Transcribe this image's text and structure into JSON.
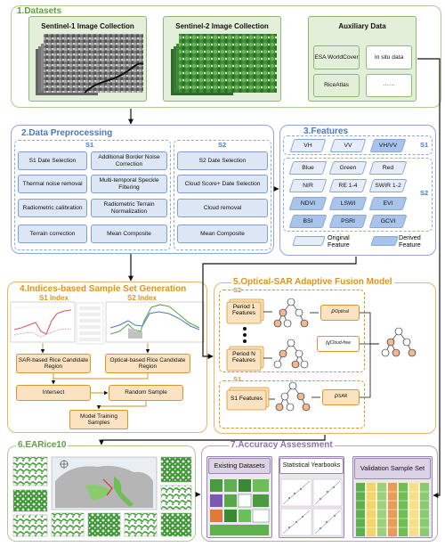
{
  "datasets": {
    "title": "1.Datasets",
    "s1_label": "Sentinel-1 Image Collection",
    "s2_label": "Sentinel-2 Image Collection",
    "aux_label": "Auxiliary Data",
    "aux_items": [
      "ESA WorldCover",
      "In situ data",
      "RiceAtlas",
      "······"
    ]
  },
  "preprocessing": {
    "title": "2.Data Preprocessing",
    "s1_label": "S1",
    "s2_label": "S2",
    "s1_steps": [
      "S1 Date Selection",
      "Additional Border Noise Correction",
      "Thermal noise removal",
      "Multi-temporal Speckle Filtering",
      "Radiometric calibration",
      "Radiometric Terrain Normalization",
      "Terrain correction",
      "Mean Composite"
    ],
    "s2_steps": [
      "S2 Date Selection",
      "Cloud Score+ Date Selection",
      "Cloud removal",
      "Mean Composite"
    ]
  },
  "features": {
    "title": "3.Features",
    "s1_label": "S1",
    "s2_label": "S2",
    "s1_items": [
      "VH",
      "VV",
      "VH/VV"
    ],
    "s2_items": [
      "Blue",
      "Green",
      "Red",
      "NIR",
      "RE 1-4",
      "SWIR 1-2",
      "NDVI",
      "LSWI",
      "EVI",
      "BSI",
      "PSRI",
      "GCVI"
    ],
    "legend_original": "Original Feature",
    "legend_derived": "Derived Feature",
    "colors": {
      "original": "#e6edf8",
      "derived": "#a9c4ea"
    }
  },
  "sampling": {
    "title": "4.Indices-based Sample Set Generation",
    "s1_index": "S1 Index",
    "s2_index": "S2 Index",
    "sar_region": "SAR-based Rice Candidate Region",
    "optical_region": "Optical-based Rice Candidate Region",
    "intersect": "Intersect",
    "random_sample": "Random Sample",
    "training": "Model Training Samples"
  },
  "fusion": {
    "title": "5.Optical-SAR Adaptive Fusion Model",
    "s2_label": "S2",
    "s1_label": "S1",
    "period1": "Period 1 Features",
    "periodN": "Period N Features",
    "s1_features": "S1 Features",
    "p_optical": "P",
    "p_optical_sub": "Optical",
    "n_cloud": "N",
    "n_cloud_sub": "Cloud-free",
    "p_sar": "P",
    "p_sar_sub": "SAR"
  },
  "earice": {
    "title": "6.EARice10"
  },
  "accuracy": {
    "title": "7.Accuracy Assessment",
    "existing": "Existing Datasets",
    "yearbooks": "Statistical Yearbooks",
    "validation": "Validation Sample Set"
  },
  "colors": {
    "green": "#8cbf6a",
    "blue": "#7f9fd0",
    "orange": "#e3a12f",
    "purple": "#9b84b4",
    "title_green": "#6aa84f",
    "title_blue": "#4a78c2",
    "title_orange": "#e0931c",
    "title_purple": "#8e6fae"
  }
}
